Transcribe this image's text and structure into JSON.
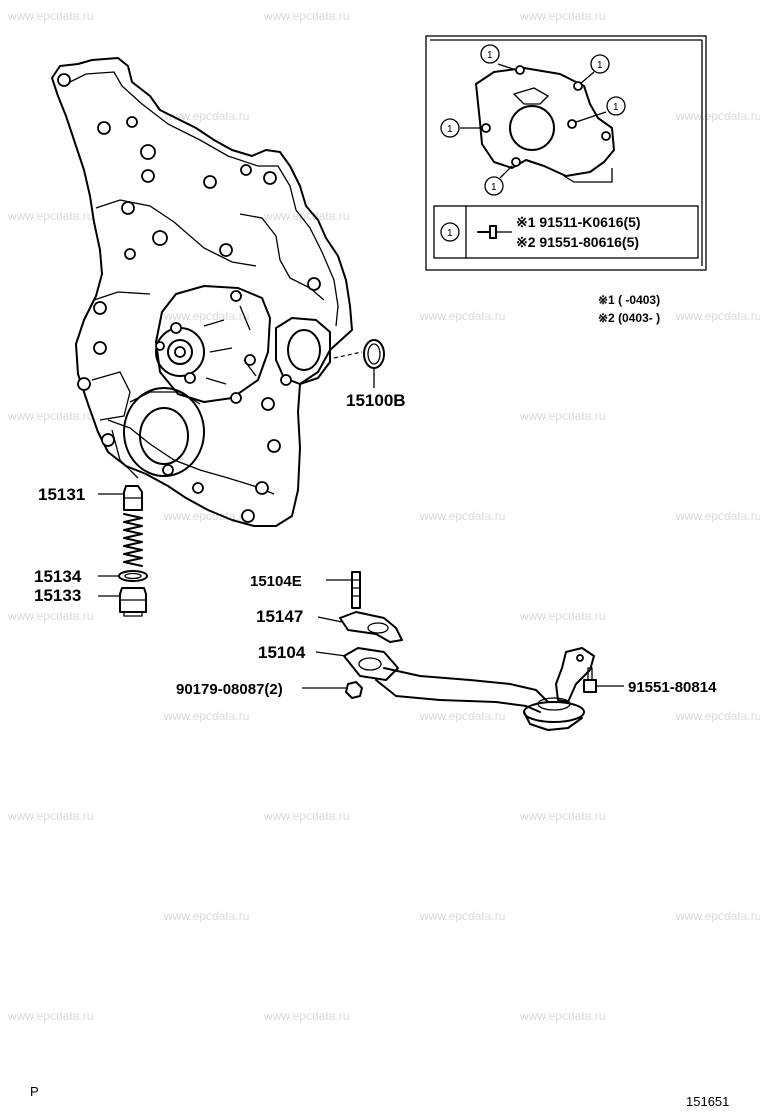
{
  "watermark": "www.epcdata.ru",
  "inset": {
    "callout_num": "1",
    "row_callout": "1",
    "bolt_1": "※1 91511-K0616(5)",
    "bolt_2": "※2 91551-80616(5)"
  },
  "notes": {
    "n1": "※1 (    -0403)",
    "n2": "※2 (0403-    )"
  },
  "parts": {
    "p15100b": "15100B",
    "p15131": "15131",
    "p15134": "15134",
    "p15133": "15133",
    "p15104e": "15104E",
    "p15147": "15147",
    "p15104": "15104",
    "p90179": "90179-08087(2)",
    "p91551": "91551-80814"
  },
  "corner_left": "P",
  "corner_right": "151651"
}
